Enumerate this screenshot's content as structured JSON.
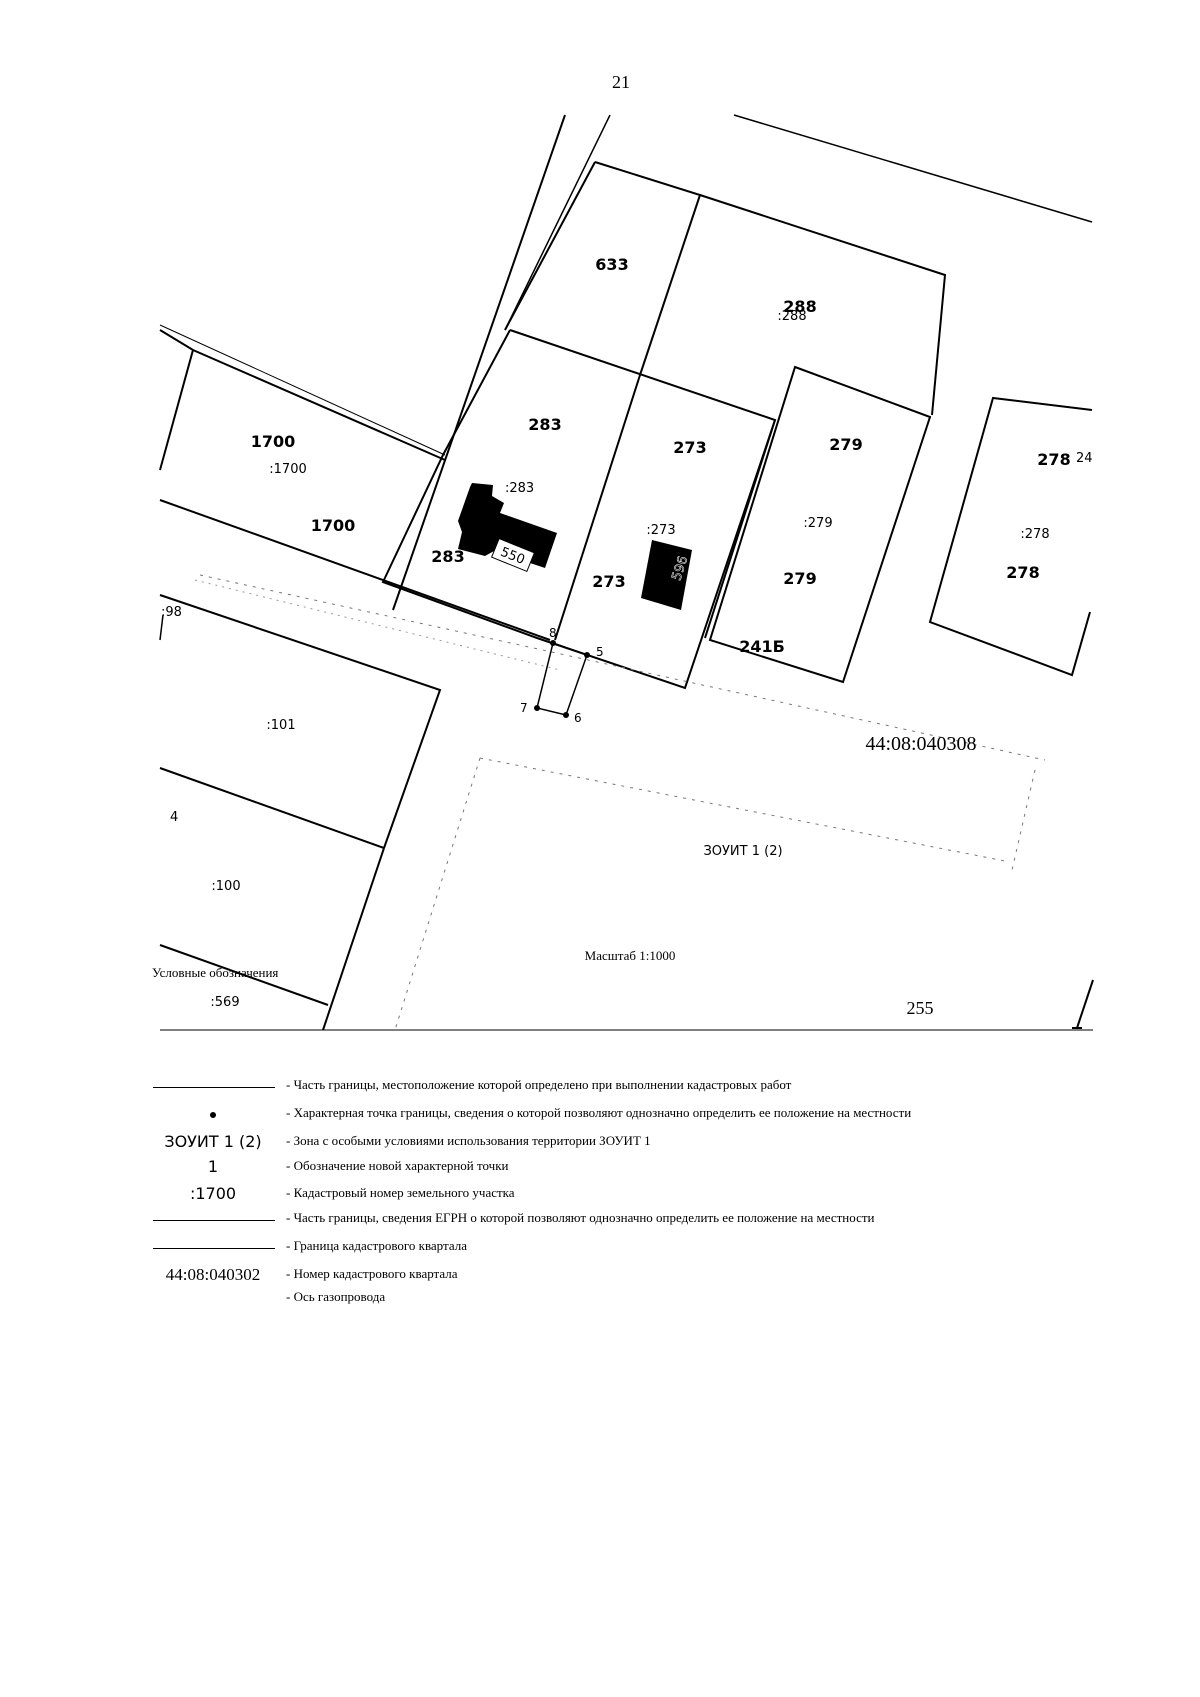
{
  "page_number": "21",
  "map": {
    "quarter_label": "44:08:040308",
    "zone_label": "ЗОУИТ 1 (2)",
    "parcels": {
      "p633": "633",
      "p288": "288",
      "p288_cad": ":288",
      "p283": "283",
      "p283_cad": ":283",
      "p283_b": "283",
      "p273": "273",
      "p273_cad": ":273",
      "p273_b": "273",
      "p279": "279",
      "p279_cad": ":279",
      "p279_b": "279",
      "p278": "278",
      "p278_cad": ":278",
      "p278_b": "278",
      "p1700": "1700",
      "p1700_cad": ":1700",
      "p1700_b": "1700",
      "p101": ":101",
      "p100": ":100",
      "p569": ":569",
      "p98": ":98",
      "p241b": "241Б",
      "p255": "255",
      "p4": "4",
      "p24": "24"
    },
    "buildings": {
      "b550": "550",
      "b596": "596"
    },
    "points": {
      "pt5": "5",
      "pt6": "6",
      "pt7": "7",
      "pt8": "8"
    }
  },
  "scale": "Масштаб 1:1000",
  "legend": {
    "title": "Условные обозначения",
    "items": [
      {
        "symbol": "",
        "text": "- Часть границы, местоположение которой определено при выполнении кадастровых работ"
      },
      {
        "symbol": "",
        "text": "- Характерная точка границы, сведения о которой позволяют однозначно определить ее положение на местности"
      },
      {
        "symbol": "ЗОУИТ 1 (2)",
        "text": "- Зона с особыми условиями использования территории ЗОУИТ 1"
      },
      {
        "symbol": "1",
        "text": "- Обозначение новой характерной точки"
      },
      {
        "symbol": ":1700",
        "text": "- Кадастровый номер земельного участка"
      },
      {
        "symbol": "",
        "text": "- Часть границы, сведения ЕГРН о которой позволяют однозначно определить ее положение на местности"
      },
      {
        "symbol": "",
        "text": "- Граница кадастрового квартала"
      },
      {
        "symbol": "44:08:040302",
        "text": "- Номер кадастрового квартала"
      },
      {
        "symbol": "",
        "text": "- Ось газопровода"
      }
    ]
  }
}
